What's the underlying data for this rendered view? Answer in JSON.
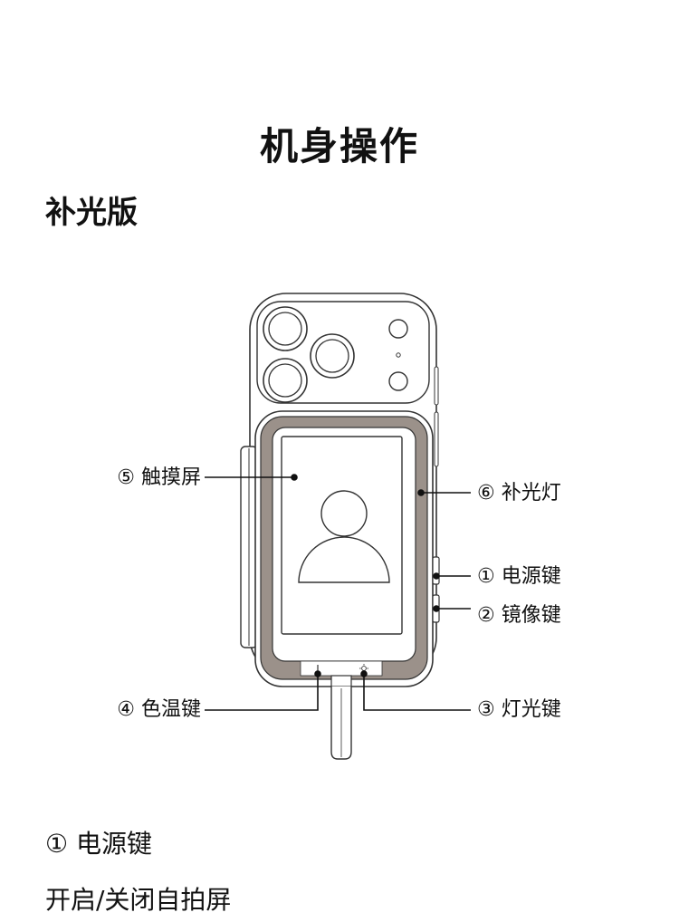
{
  "page_title": "机身操作",
  "section_title": "补光版",
  "callouts": {
    "touch_screen": "⑤ 触摸屏",
    "fill_light": "⑥ 补光灯",
    "power_key": "① 电源键",
    "mirror_key": "② 镜像键",
    "color_temp_key": "④ 色温键",
    "light_key": "③ 灯光键"
  },
  "footer": {
    "heading": "① 电源键",
    "description": "开启/关闭自拍屏"
  },
  "colors": {
    "text": "#111111",
    "outline": "#333333",
    "fill_light_ring": "#9b918a",
    "background": "#ffffff"
  },
  "icons": {
    "color_temp": "thermometer-icon",
    "light": "sun-icon"
  }
}
